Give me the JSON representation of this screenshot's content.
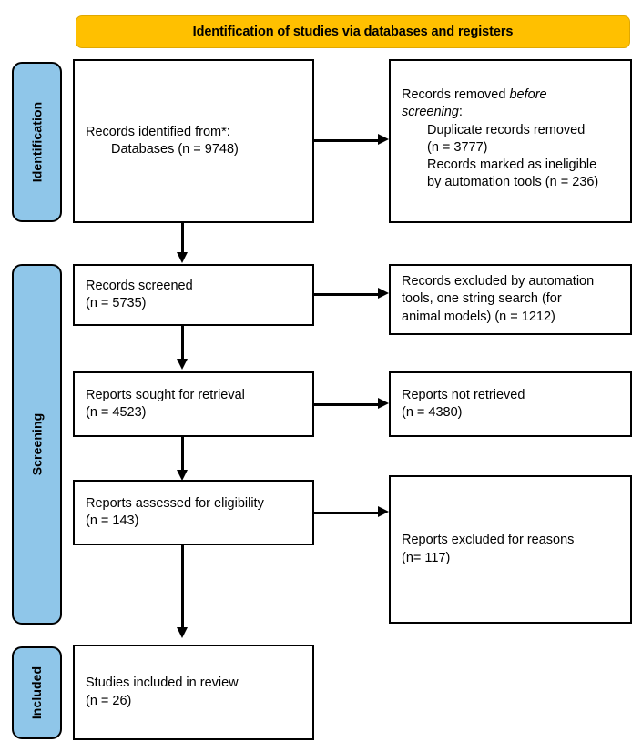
{
  "banner": {
    "title": "Identification of studies via databases and registers",
    "color": "#FFC000"
  },
  "stages": [
    {
      "key": "identification",
      "label": "Identification",
      "color": "#8FC6E9"
    },
    {
      "key": "screening",
      "label": "Screening",
      "color": "#8FC6E9"
    },
    {
      "key": "included",
      "label": "Included",
      "color": "#8FC6E9"
    }
  ],
  "boxes": {
    "records_identified": {
      "line1": "Records identified from*:",
      "line2": "Databases (n = 9748)"
    },
    "records_removed": {
      "line1_a": "Records removed ",
      "line1_b": "before",
      "line2_a": "screening",
      "line2_b": ":",
      "line3": "Duplicate records removed",
      "line4": "(n = 3777)",
      "line5": "Records marked as ineligible",
      "line6": "by automation tools (n = 236)"
    },
    "records_screened": {
      "line1": "Records screened",
      "line2": "(n = 5735)"
    },
    "records_excluded": {
      "line1": "Records excluded by automation",
      "line2": "tools, one string search (for",
      "line3": "animal models) (n = 1212)"
    },
    "reports_sought": {
      "line1": "Reports sought for retrieval",
      "line2": "(n = 4523)"
    },
    "reports_not_retrieved": {
      "line1": "Reports not retrieved",
      "line2": "(n = 4380)"
    },
    "reports_assessed": {
      "line1": "Reports assessed for eligibility",
      "line2": "(n = 143)"
    },
    "reports_excluded_reasons": {
      "line1": "Reports excluded for reasons",
      "line2": "(n= 117)"
    },
    "studies_included": {
      "line1": "Studies included in review",
      "line2": "(n = 26)"
    }
  },
  "chart_data": {
    "type": "diagram",
    "title": "Identification of studies via databases and registers",
    "nodes": [
      {
        "id": "records_identified",
        "stage": "Identification",
        "label": "Records identified from*: Databases",
        "n": 9748
      },
      {
        "id": "records_removed_duplicates",
        "stage": "Identification",
        "label": "Duplicate records removed",
        "n": 3777
      },
      {
        "id": "records_removed_ineligible",
        "stage": "Identification",
        "label": "Records marked as ineligible by automation tools",
        "n": 236
      },
      {
        "id": "records_screened",
        "stage": "Screening",
        "label": "Records screened",
        "n": 5735
      },
      {
        "id": "records_excluded",
        "stage": "Screening",
        "label": "Records excluded by automation tools, one string search (for animal models)",
        "n": 1212
      },
      {
        "id": "reports_sought",
        "stage": "Screening",
        "label": "Reports sought for retrieval",
        "n": 4523
      },
      {
        "id": "reports_not_retrieved",
        "stage": "Screening",
        "label": "Reports not retrieved",
        "n": 4380
      },
      {
        "id": "reports_assessed",
        "stage": "Screening",
        "label": "Reports assessed for eligibility",
        "n": 143
      },
      {
        "id": "reports_excluded_reasons",
        "stage": "Screening",
        "label": "Reports excluded for reasons",
        "n": 117
      },
      {
        "id": "studies_included",
        "stage": "Included",
        "label": "Studies included in review",
        "n": 26
      }
    ],
    "edges": [
      {
        "from": "records_identified",
        "to": "records_removed_duplicates",
        "direction": "right"
      },
      {
        "from": "records_identified",
        "to": "records_screened",
        "direction": "down"
      },
      {
        "from": "records_screened",
        "to": "records_excluded",
        "direction": "right"
      },
      {
        "from": "records_screened",
        "to": "reports_sought",
        "direction": "down"
      },
      {
        "from": "reports_sought",
        "to": "reports_not_retrieved",
        "direction": "right"
      },
      {
        "from": "reports_sought",
        "to": "reports_assessed",
        "direction": "down"
      },
      {
        "from": "reports_assessed",
        "to": "reports_excluded_reasons",
        "direction": "right"
      },
      {
        "from": "reports_assessed",
        "to": "studies_included",
        "direction": "down"
      }
    ]
  }
}
